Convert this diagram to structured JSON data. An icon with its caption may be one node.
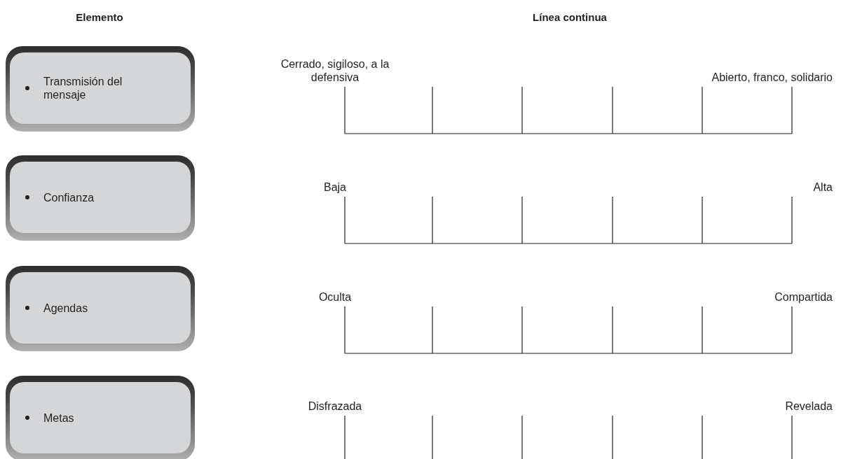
{
  "diagram": {
    "nodes": [
      {
        "text": [
          "Transmisión del mensaje"
        ]
      },
      {
        "text": [
          "Confianza"
        ]
      },
      {
        "text": [
          "Agendas"
        ]
      },
      {
        "text": [
          "Metas"
        ]
      }
    ],
    "labels": [
      "Elemento",
      "Línea continua",
      "Cerrado, sigiloso, a la defensiva",
      "Abierto, franco, solidario",
      "Baja",
      "Alta",
      "Oculta",
      "Compartida",
      "Disfrazada",
      "Revelada"
    ]
  }
}
